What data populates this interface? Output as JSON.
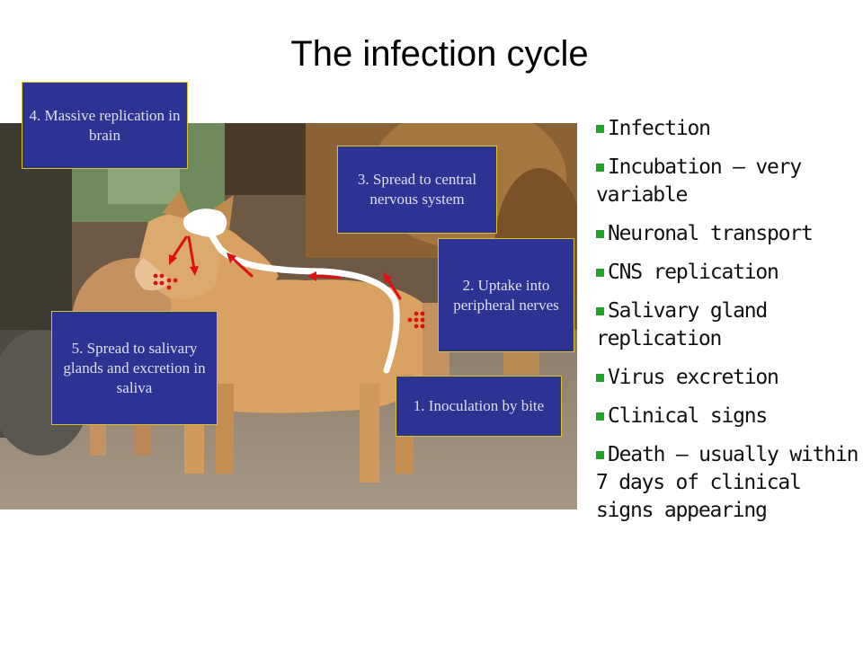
{
  "title": "The infection cycle",
  "labels": {
    "step1": "1. Inoculation by bite",
    "step2": "2. Uptake into peripheral nerves",
    "step3": "3. Spread to central nervous system",
    "step4": "4. Massive replication in brain",
    "step5": "5. Spread to salivary glands and excretion in saliva"
  },
  "bullets": [
    "Infection",
    "Incubation – very variable",
    "Neuronal transport",
    "CNS replication",
    "Salivary gland replication",
    "Virus excretion",
    "Clinical signs",
    "Death – usually within 7 days of clinical signs appearing"
  ],
  "colors": {
    "box_bg": "#2d3392",
    "box_border": "#d8c42a",
    "box_text": "#dde0f2",
    "arrow": "#dd1111",
    "bullet": "#22a32a"
  }
}
